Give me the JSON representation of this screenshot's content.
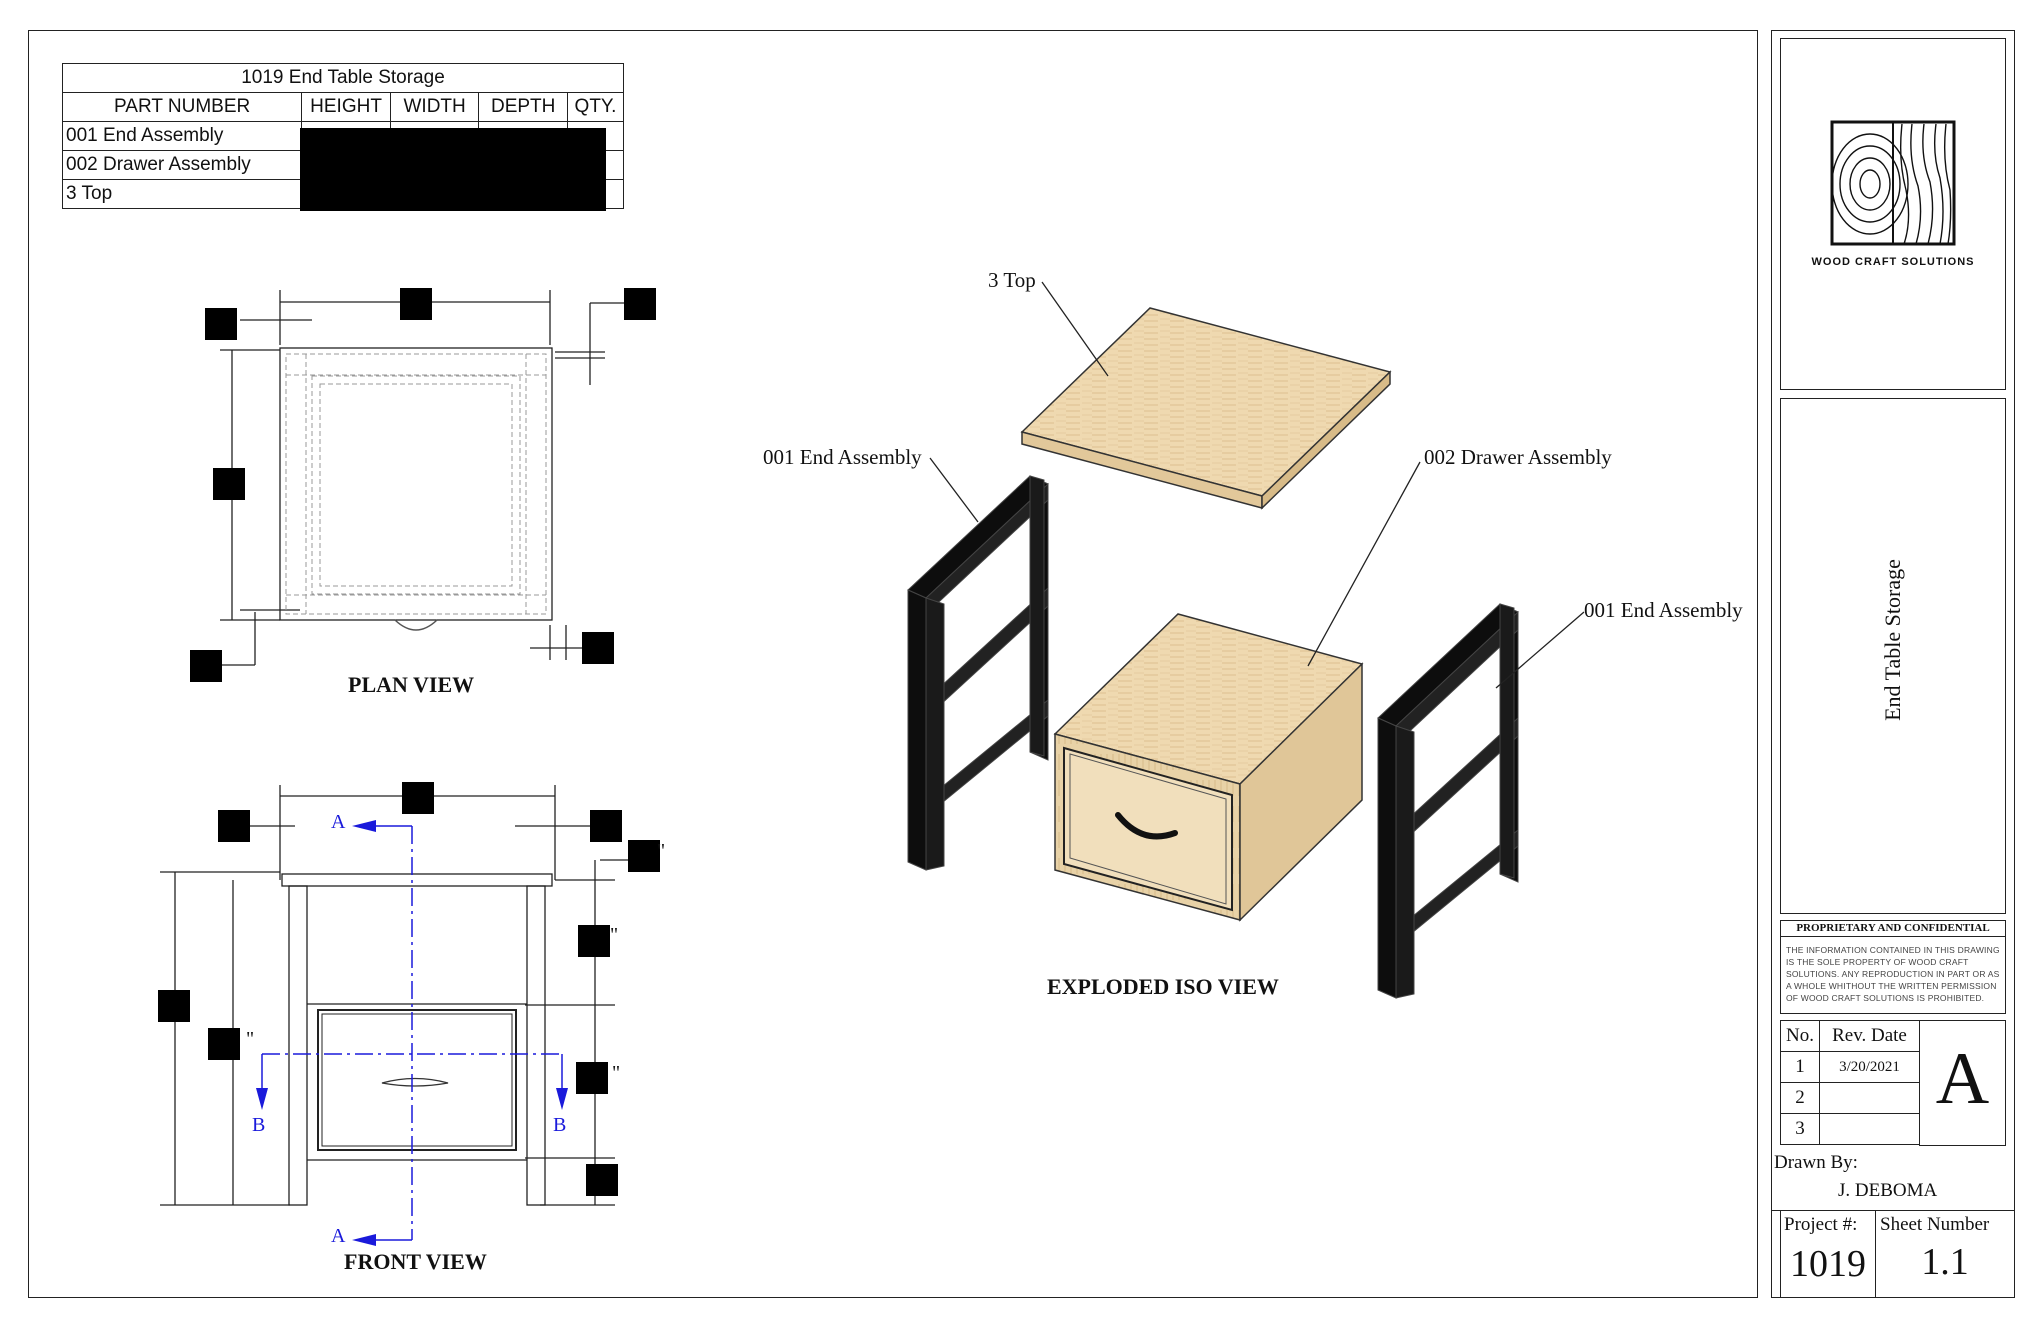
{
  "parts_table": {
    "title": "1019 End Table Storage",
    "headers": [
      "PART NUMBER",
      "HEIGHT",
      "WIDTH",
      "DEPTH",
      "QTY."
    ],
    "rows": [
      "001 End Assembly",
      "002 Drawer Assembly",
      "3 Top"
    ]
  },
  "views": {
    "plan": "PLAN VIEW",
    "front": "FRONT VIEW",
    "iso": "EXPLODED ISO VIEW"
  },
  "section_markers": {
    "a": "A",
    "b": "B"
  },
  "callouts": {
    "top": "3 Top",
    "end_left": "001 End Assembly",
    "drawer": "002 Drawer Assembly",
    "end_right": "001 End Assembly"
  },
  "dim_fragments": {
    "inch_mark": "\"",
    "tick": "'"
  },
  "title_block": {
    "company": "WOOD CRAFT SOLUTIONS",
    "drawing_title": "End Table Storage",
    "confidential_heading": "PROPRIETARY AND CONFIDENTIAL",
    "confidential_text": "THE INFORMATION CONTAINED IN THIS DRAWING IS THE SOLE PROPERTY OF WOOD CRAFT SOLUTIONS. ANY REPRODUCTION IN PART OR AS A WHOLE WHITHOUT THE WRITTEN PERMISSION OF WOOD CRAFT SOLUTIONS IS PROHIBITED.",
    "rev_headers": [
      "No.",
      "Rev. Date"
    ],
    "revisions": [
      {
        "no": "1",
        "date": "3/20/2021"
      },
      {
        "no": "2",
        "date": ""
      },
      {
        "no": "3",
        "date": ""
      }
    ],
    "size_letter": "A",
    "drawn_by_label": "Drawn By:",
    "drawn_by": "J. DEBOMA",
    "project_label": "Project #:",
    "project": "1019",
    "sheet_label": "Sheet Number",
    "sheet": "1.1"
  },
  "colors": {
    "line": "#222222",
    "section": "#1a1adb",
    "wood": "#efd9b0",
    "wood_side": "#e2c89a",
    "metal": "#111111"
  }
}
